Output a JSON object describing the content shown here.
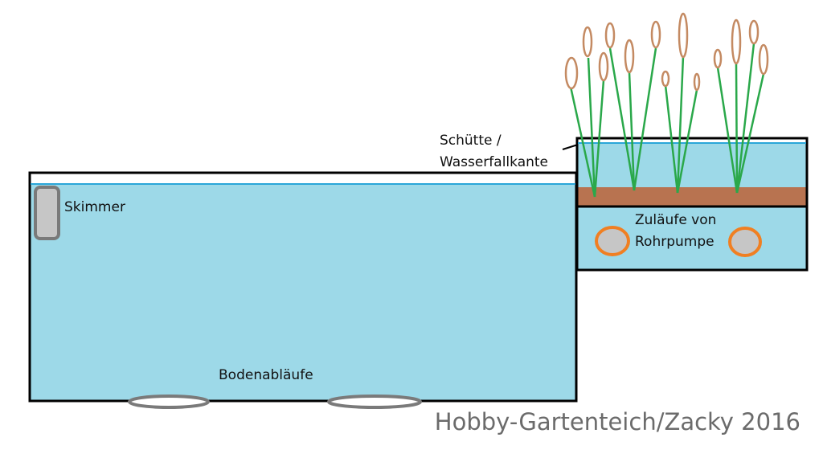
{
  "labels": {
    "skimmer": "Skimmer",
    "chute_line1": "Schütte /",
    "chute_line2": "Wasserfallkante",
    "inlets_line1": "Zuläufe von",
    "inlets_line2": "Rohrpumpe",
    "bottom_drains": "Bodenabläufe"
  },
  "watermark": "Hobby-Gartenteich/Zacky 2016",
  "colors": {
    "water": "#9dd9e8",
    "waterline": "#2aa6d8",
    "outline": "#000000",
    "substrate": "#b87350",
    "pipe_fill": "#c6c6c6",
    "pipe_ring": "#f07f22",
    "drain": "#7a7a7a",
    "reed_stem": "#2aa84a",
    "reed_head": "#c48a62"
  }
}
